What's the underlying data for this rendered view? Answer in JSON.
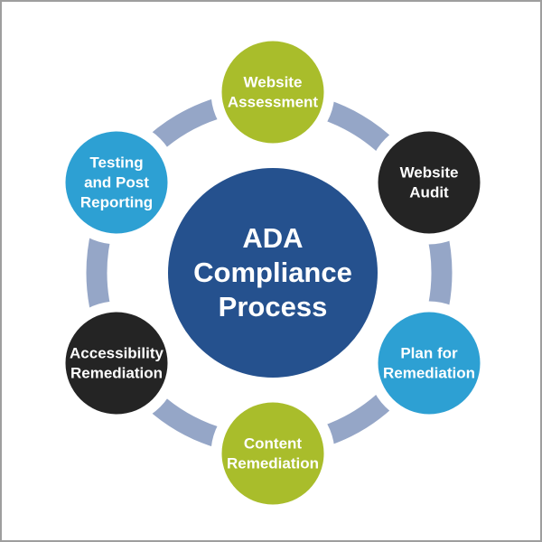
{
  "figure": {
    "title": "ADA Compliance Process",
    "background": "#ffffff",
    "border_color": "#9e9e9e",
    "ring_color": "#95a6c7",
    "text_color": "#ffffff"
  },
  "center": {
    "label": "ADA Compliance Process",
    "lines": [
      "ADA",
      "Compliance",
      "Process"
    ],
    "color": "#25518e"
  },
  "steps": [
    {
      "id": "website-assessment",
      "label": "Website Assessment",
      "lines": [
        "Website",
        "Assessment"
      ],
      "color": "#a9bd2b",
      "position": "top"
    },
    {
      "id": "website-audit",
      "label": "Website Audit",
      "lines": [
        "Website",
        "Audit"
      ],
      "color": "#242424",
      "position": "top-right"
    },
    {
      "id": "plan-for-remediation",
      "label": "Plan for Remediation",
      "lines": [
        "Plan for",
        "Remediation"
      ],
      "color": "#2da0d3",
      "position": "bottom-right"
    },
    {
      "id": "content-remediation",
      "label": "Content Remediation",
      "lines": [
        "Content",
        "Remediation"
      ],
      "color": "#a9bd2b",
      "position": "bottom"
    },
    {
      "id": "accessibility-remediation",
      "label": "Accessibility Remediation",
      "lines": [
        "Accessibility",
        "Remediation"
      ],
      "color": "#242424",
      "position": "bottom-left"
    },
    {
      "id": "testing-and-post-reporting",
      "label": "Testing and Post Reporting",
      "lines": [
        "Testing",
        "and Post",
        "Reporting"
      ],
      "color": "#2da0d3",
      "position": "top-left"
    }
  ]
}
